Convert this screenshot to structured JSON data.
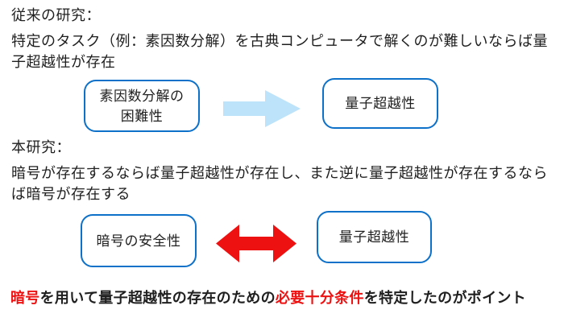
{
  "colors": {
    "box_border_blue": "#0d70c9",
    "arrow_light_blue": "#bde3fa",
    "arrow_red": "#ee1111",
    "emphasis_red": "#ee1111",
    "text": "#1f1f1f"
  },
  "prior_research": {
    "heading": "従来の研究：",
    "description_lines": [
      "特定のタスク（例：素因数分解）を古典コンピュータで解くのが難しいならば量",
      "子超越性が存在"
    ],
    "left_box_lines": [
      "素因数分解の",
      "困難性"
    ],
    "right_box_label": "量子超越性",
    "arrow_icon": "right-arrow-icon"
  },
  "this_research": {
    "heading": "本研究：",
    "description_lines": [
      "暗号が存在するならば量子超越性が存在し、また逆に量子超越性が存在するなら",
      "ば暗号が存在する"
    ],
    "left_box_label": "暗号の安全性",
    "right_box_label": "量子超越性",
    "arrow_icon": "double-headed-arrow-icon"
  },
  "footer": {
    "seg1_red": "暗号",
    "seg2": "を用いて量子超越性の存在のための",
    "seg3_red": "必要十分条件",
    "seg4": "を特定したのがポイント"
  }
}
